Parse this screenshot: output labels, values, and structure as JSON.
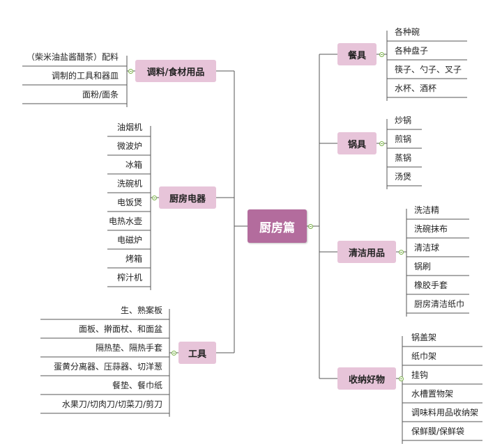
{
  "root": {
    "label": "厨房篇"
  },
  "colors": {
    "root_fill": "#b36c9d",
    "branch_fill": "#e7c4d9",
    "line": "#555555",
    "knob": "#7bb24a"
  },
  "branches": {
    "canju": {
      "label": "餐具",
      "items": [
        "各种碗",
        "各种盘子",
        "筷子、勺子、叉子",
        "水杯、酒杯"
      ]
    },
    "guoju": {
      "label": "锅具",
      "items": [
        "炒锅",
        "煎锅",
        "蒸锅",
        "汤煲"
      ]
    },
    "qingjie": {
      "label": "清洁用品",
      "items": [
        "洗洁精",
        "洗碗抹布",
        "清洁球",
        "锅刷",
        "橡胶手套",
        "厨房清洁纸巾"
      ]
    },
    "shouna": {
      "label": "收纳好物",
      "items": [
        "锅盖架",
        "纸巾架",
        "挂钩",
        "水槽置物架",
        "调味料用品收纳架",
        "保鲜膜/保鲜袋"
      ]
    },
    "tiaoliao": {
      "label": "调料/食材用品",
      "items": [
        "（柴米油盐酱醋茶）配料",
        "调制的工具和器皿",
        "面粉/面条"
      ]
    },
    "dianqi": {
      "label": "厨房电器",
      "items": [
        "油烟机",
        "微波炉",
        "冰箱",
        "洗碗机",
        "电饭煲",
        "电热水壶",
        "电磁炉",
        "烤箱",
        "榨汁机"
      ]
    },
    "gongju": {
      "label": "工具",
      "items": [
        "生、熟案板",
        "面板、擀面杖、和面盆",
        "隔热垫、隔热手套",
        "蛋黄分离器、压蒜器、切洋葱",
        "餐垫、餐巾纸",
        "水果刀/切肉刀/切菜刀/剪刀"
      ]
    }
  }
}
